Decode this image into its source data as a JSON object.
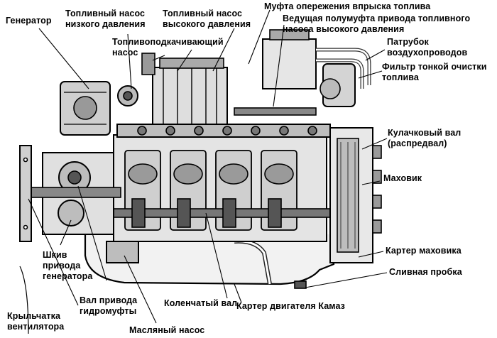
{
  "labels": {
    "generator": "Генератор",
    "low_pressure_pump": "Топливный насос\nнизкого давления",
    "high_pressure_pump": "Топливный насос\nвысокого давления",
    "priming_pump": "Топливоподкачивающий\nнасос",
    "injection_coupling": "Муфта опережения впрыска топлива",
    "drive_half_coupling": "Ведущая полумуфта привода топливного\nнасоса высокого давления",
    "air_pipe": "Патрубок\nвоздухопроводов",
    "fine_filter": "Фильтр тонкой очистки\nтоплива",
    "camshaft": "Кулачковый вал\n(распредвал)",
    "flywheel": "Маховик",
    "flywheel_housing": "Картер маховика",
    "drain_plug": "Сливная пробка",
    "generator_pulley": "Шкив\nпривода\nгенератора",
    "fluid_coupling_shaft": "Вал привода\nгидромуфты",
    "crankshaft": "Коленчатый вал",
    "engine_crankcase": "Картер двигателя Камаз",
    "fan_impeller": "Крыльчатка\nвентилятора",
    "oil_pump": "Масляный насос"
  },
  "colors": {
    "ink": "#000000",
    "paper": "#ffffff",
    "shade": "#8a8a8a",
    "light": "#cfcfcf"
  }
}
